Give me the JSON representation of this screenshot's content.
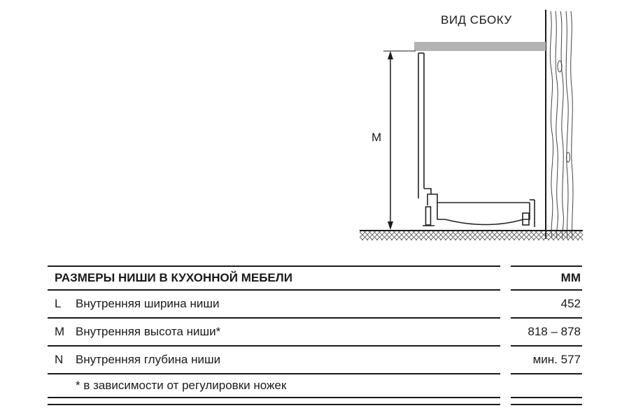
{
  "diagram": {
    "title": "ВИД СБОКУ",
    "dimension_label": "M"
  },
  "table": {
    "header": {
      "title": "РАЗМЕРЫ НИШИ В КУХОННОЙ МЕБЕЛИ",
      "unit": "ММ"
    },
    "rows": [
      {
        "key": "L",
        "label": "Внутренняя ширина ниши",
        "value": "452"
      },
      {
        "key": "M",
        "label": "Внутренняя высота ниши*",
        "value": "818 – 878"
      },
      {
        "key": "N",
        "label": "Внутренняя глубина ниши",
        "value": "мин. 577"
      }
    ],
    "footnote": "* в зависимости от регулировки ножек"
  },
  "colors": {
    "countertop": "#b3b3b3"
  }
}
